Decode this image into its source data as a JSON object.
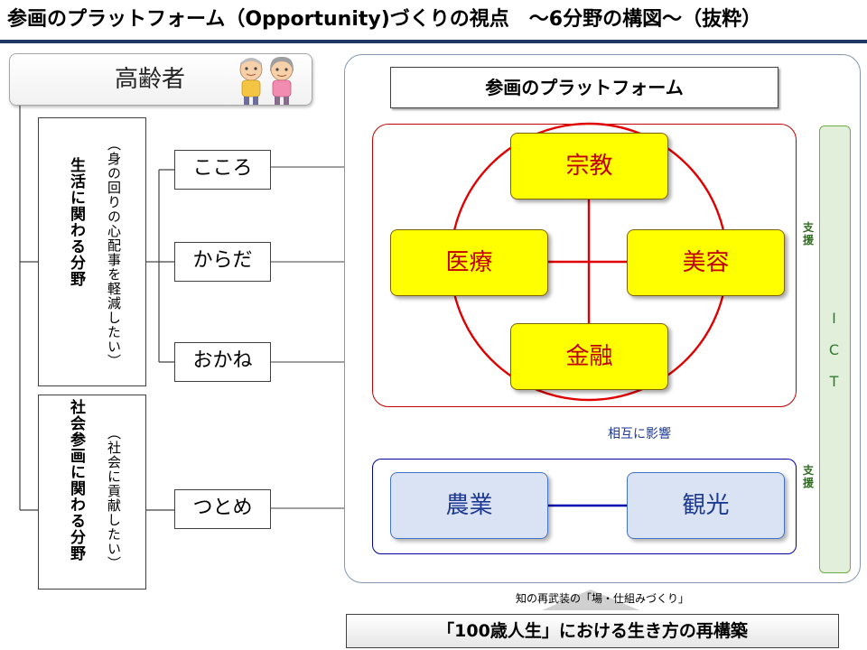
{
  "slide_title": "参画のプラットフォーム（Opportunity)づくりの視点　～6分野の構図～（抜粋）",
  "elder": {
    "label": "高齢者",
    "illustration": "elderly-couple"
  },
  "fields": {
    "life": {
      "title": "生活に関わる分野",
      "sub": "（身の回りの心配事を軽減したい）"
    },
    "social": {
      "title": "社会参画に関わる分野",
      "sub": "（社会に貢献したい）"
    }
  },
  "keywords": {
    "kokoro": "こころ",
    "karada": "からだ",
    "okane": "おかね",
    "tsutome": "つとめ"
  },
  "platform": {
    "title": "参画のプラットフォーム",
    "red_items": {
      "top": "宗教",
      "left": "医療",
      "right": "美容",
      "bottom": "金融"
    },
    "blue_items": {
      "left": "農業",
      "right": "観光"
    },
    "mutual_influence": "相互に影響"
  },
  "ict": {
    "letters": [
      "I",
      "C",
      "T"
    ],
    "support_label_1": "支援",
    "support_label_2": "支援"
  },
  "bottom": {
    "caption": "知の再武装の「場・仕組みづくり」",
    "label": "「100歳人生」における生き方の再構築"
  },
  "colors": {
    "title_rule": "#1f3864",
    "yellow_fill": "#ffff00",
    "red_text": "#c00000",
    "blue_text": "#1f3a93",
    "ict_fill": "#e2efda"
  }
}
